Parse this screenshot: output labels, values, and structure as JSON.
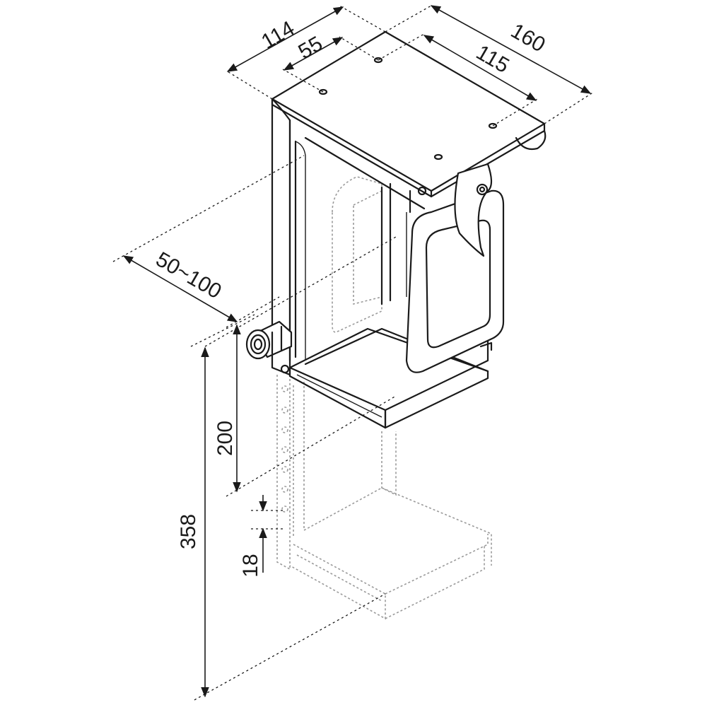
{
  "dimensions": {
    "top_depth": "114",
    "hole_spacing_depth": "55",
    "top_width": "160",
    "hole_spacing_width": "115",
    "clamp_range": "50~100",
    "height_adjust": "200",
    "overall_height": "358",
    "step": "18"
  },
  "colors": {
    "line": "#1a1a1a",
    "ghost_line": "#9a9a9a",
    "background": "#ffffff"
  }
}
